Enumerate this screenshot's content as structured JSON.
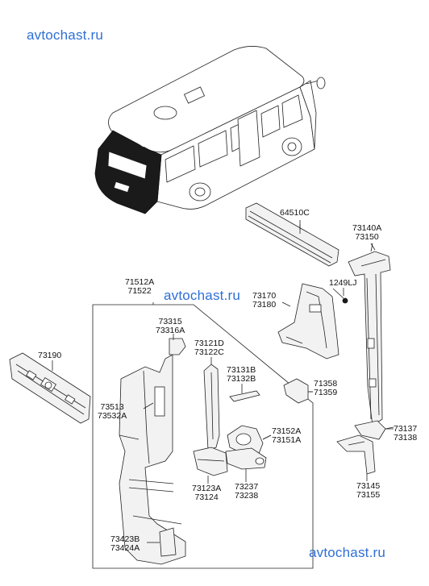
{
  "watermarks": {
    "top": "avtochast.ru",
    "middle": "avtochast.ru",
    "bottom": "avtochast.ru"
  },
  "labels": {
    "p64510": [
      "64510C"
    ],
    "p73140": [
      "73140A",
      "73150"
    ],
    "p73170": [
      "73170",
      "73180"
    ],
    "p1249": [
      "1249LJ"
    ],
    "p71512": [
      "71512A",
      "71522"
    ],
    "p73315": [
      "73315",
      "73316A"
    ],
    "p73121": [
      "73121D",
      "73122C"
    ],
    "p73131": [
      "73131B",
      "73132B"
    ],
    "p71358": [
      "71358",
      "71359"
    ],
    "p73190": [
      "73190"
    ],
    "p73513": [
      "73513",
      "73532A"
    ],
    "p73152": [
      "73152A",
      "73151A"
    ],
    "p73137": [
      "73137",
      "73138"
    ],
    "p73123": [
      "73123A",
      "73124"
    ],
    "p73237": [
      "73237",
      "73238"
    ],
    "p73145": [
      "73145",
      "73155"
    ],
    "p73423": [
      "73423B",
      "73424A"
    ]
  }
}
